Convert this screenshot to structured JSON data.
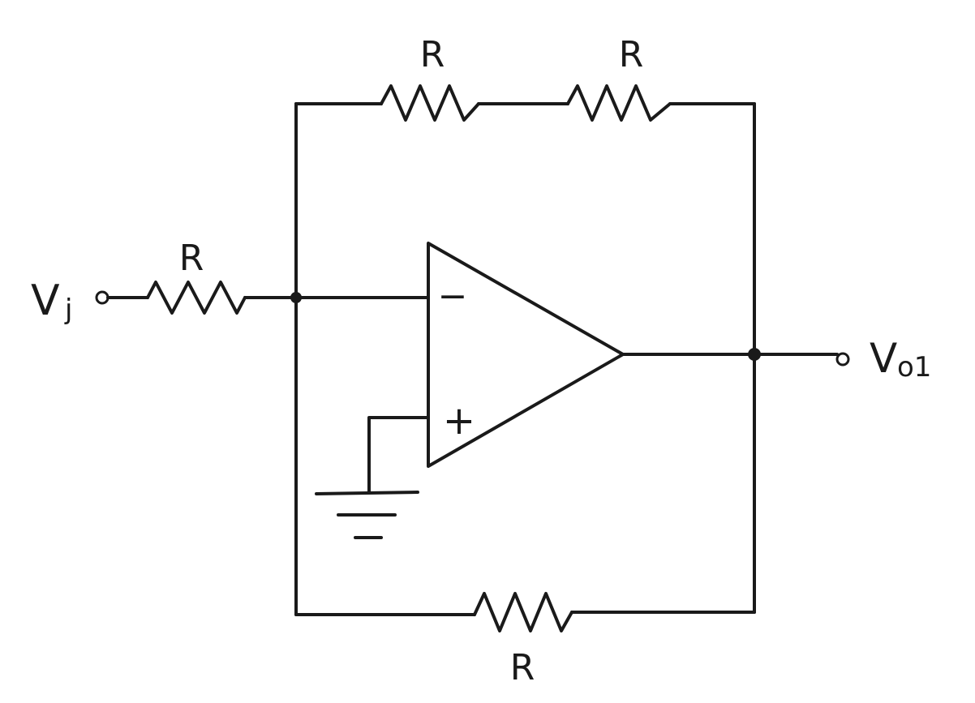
{
  "labels": {
    "input_terminal": "V",
    "input_terminal_sub": "j",
    "output_terminal": "V",
    "output_terminal_sub": "o1",
    "r_input": "R",
    "r_feedback_top_left": "R",
    "r_feedback_top_right": "R",
    "r_feedback_bottom": "R",
    "opamp_inverting": "−",
    "opamp_noninverting": "+"
  },
  "colors": {
    "ink": "#1a1a1a",
    "paper": "#ffffff"
  }
}
